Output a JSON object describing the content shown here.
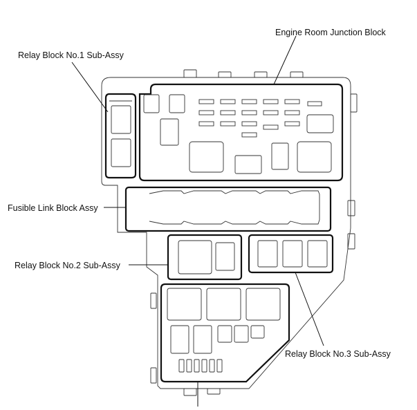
{
  "labels": {
    "engine_room_junction_block": "Engine Room Junction Block",
    "relay_block_no1": "Relay Block No.1 Sub-Assy",
    "fusible_link_block": "Fusible Link Block Assy",
    "relay_block_no2": "Relay Block No.2 Sub-Assy",
    "relay_block_no3": "Relay Block No.3 Sub-Assy"
  },
  "colors": {
    "line": "#111111",
    "background": "#ffffff"
  }
}
